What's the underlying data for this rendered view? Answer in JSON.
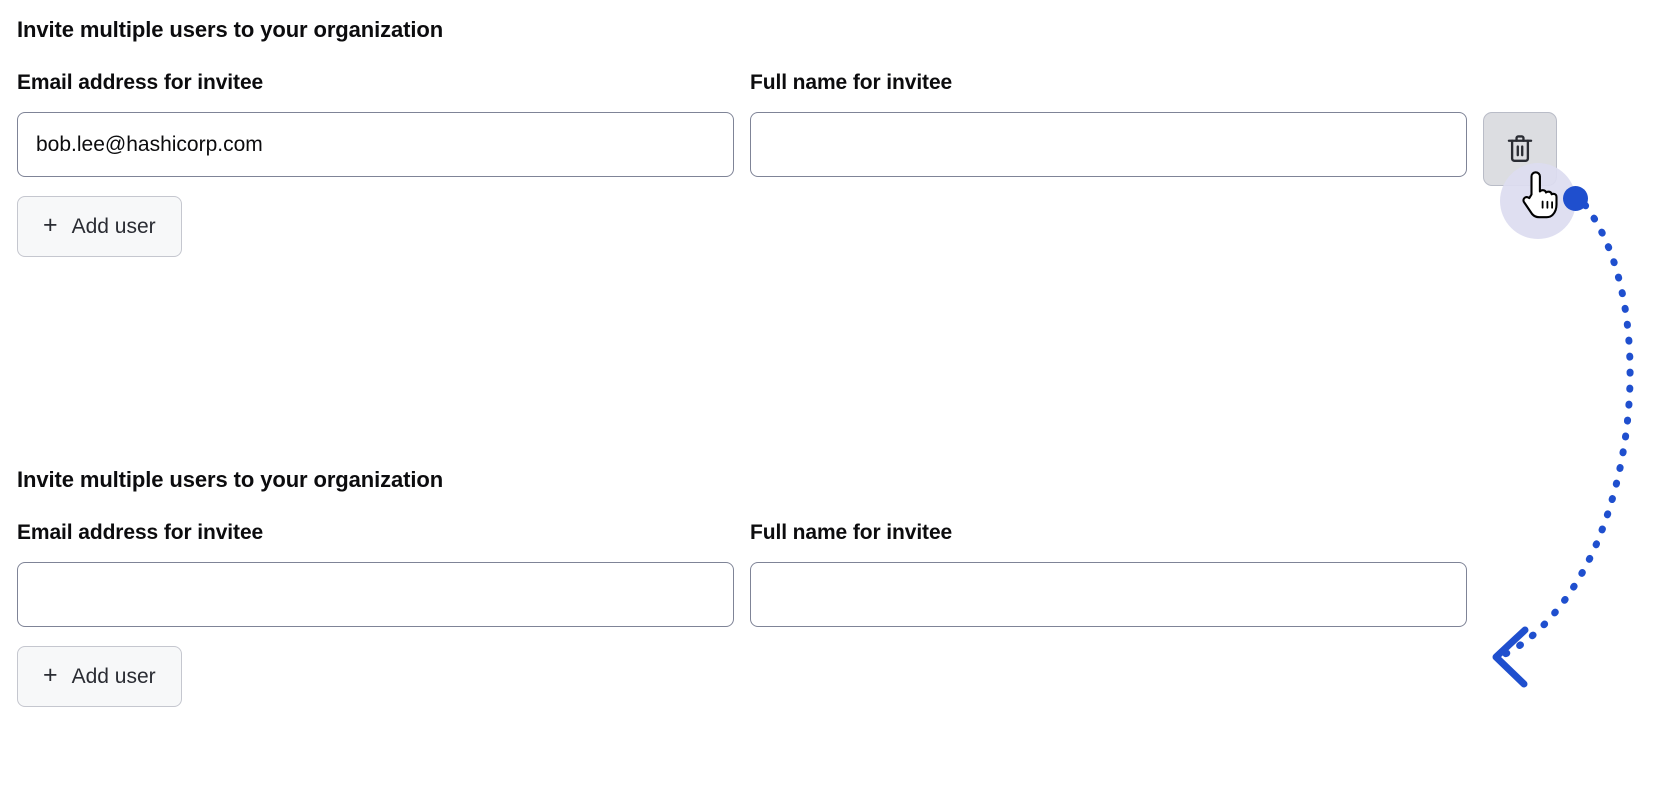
{
  "page": {
    "background": "#ffffff",
    "accent_blue": "#1f4fce"
  },
  "sections": [
    {
      "id": "top",
      "title": "Invite multiple users to your organization",
      "email_field": {
        "label": "Email address for invitee",
        "value": "bob.lee@hashicorp.com",
        "placeholder": ""
      },
      "fullname_field": {
        "label": "Full name for invitee",
        "value": "",
        "placeholder": ""
      },
      "delete_button": {
        "icon": "trash-icon",
        "label": "",
        "present": true
      },
      "add_user_button": {
        "icon": "plus-icon",
        "label": "Add user"
      }
    },
    {
      "id": "bottom",
      "title": "Invite multiple users to your organization",
      "email_field": {
        "label": "Email address for invitee",
        "value": "",
        "placeholder": ""
      },
      "fullname_field": {
        "label": "Full name for invitee",
        "value": "",
        "placeholder": ""
      },
      "delete_button": {
        "icon": "trash-icon",
        "label": "",
        "present": false
      },
      "add_user_button": {
        "icon": "plus-icon",
        "label": "Add user"
      }
    }
  ],
  "annotation": {
    "cursor": "pointing-hand-cursor",
    "marker_color": "#1f4fce",
    "arrow_style": "dotted-curved-arrow",
    "arrow_label": ""
  }
}
